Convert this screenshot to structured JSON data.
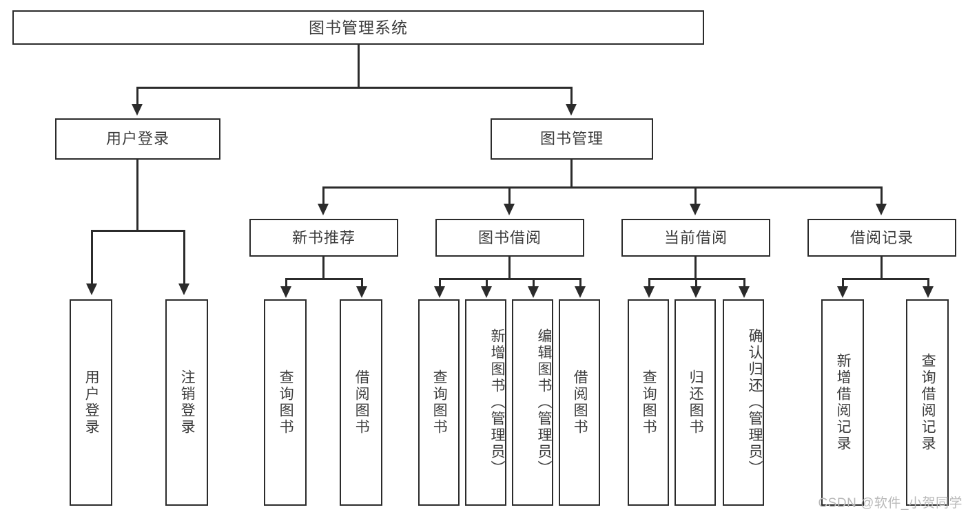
{
  "diagram": {
    "title": "图书管理系统",
    "watermark": "CSDN @软件_小贺同学",
    "root": {
      "id": "root",
      "label": "图书管理系统"
    },
    "level2": [
      {
        "id": "user-login",
        "label": "用户登录"
      },
      {
        "id": "book-manage",
        "label": "图书管理"
      }
    ],
    "level3": [
      {
        "id": "new-book-recommend",
        "label": "新书推荐"
      },
      {
        "id": "book-borrow",
        "label": "图书借阅"
      },
      {
        "id": "current-borrow",
        "label": "当前借阅"
      },
      {
        "id": "borrow-record",
        "label": "借阅记录"
      }
    ],
    "leaves": {
      "user_login": [
        {
          "id": "leaf-user-login",
          "label": "用户登录"
        },
        {
          "id": "leaf-logout",
          "label": "注销登录"
        }
      ],
      "new_book_recommend": [
        {
          "id": "leaf-query-book-1",
          "label": "查询图书"
        },
        {
          "id": "leaf-borrow-book-1",
          "label": "借阅图书"
        }
      ],
      "book_borrow": [
        {
          "id": "leaf-query-book-2",
          "label": "查询图书"
        },
        {
          "id": "leaf-add-book",
          "label": "新增图书（管理员）"
        },
        {
          "id": "leaf-edit-book",
          "label": "编辑图书（管理员）"
        },
        {
          "id": "leaf-borrow-book-2",
          "label": "借阅图书"
        }
      ],
      "current_borrow": [
        {
          "id": "leaf-query-book-3",
          "label": "查询图书"
        },
        {
          "id": "leaf-return-book",
          "label": "归还图书"
        },
        {
          "id": "leaf-confirm-return",
          "label": "确认归还（管理员）"
        }
      ],
      "borrow_record": [
        {
          "id": "leaf-add-record",
          "label": "新增借阅记录"
        },
        {
          "id": "leaf-query-record",
          "label": "查询借阅记录"
        }
      ]
    },
    "colors": {
      "stroke": "#2b2b2b",
      "text": "#3c3c3c",
      "background": "#ffffff",
      "watermark": "#b9b9b9"
    }
  }
}
